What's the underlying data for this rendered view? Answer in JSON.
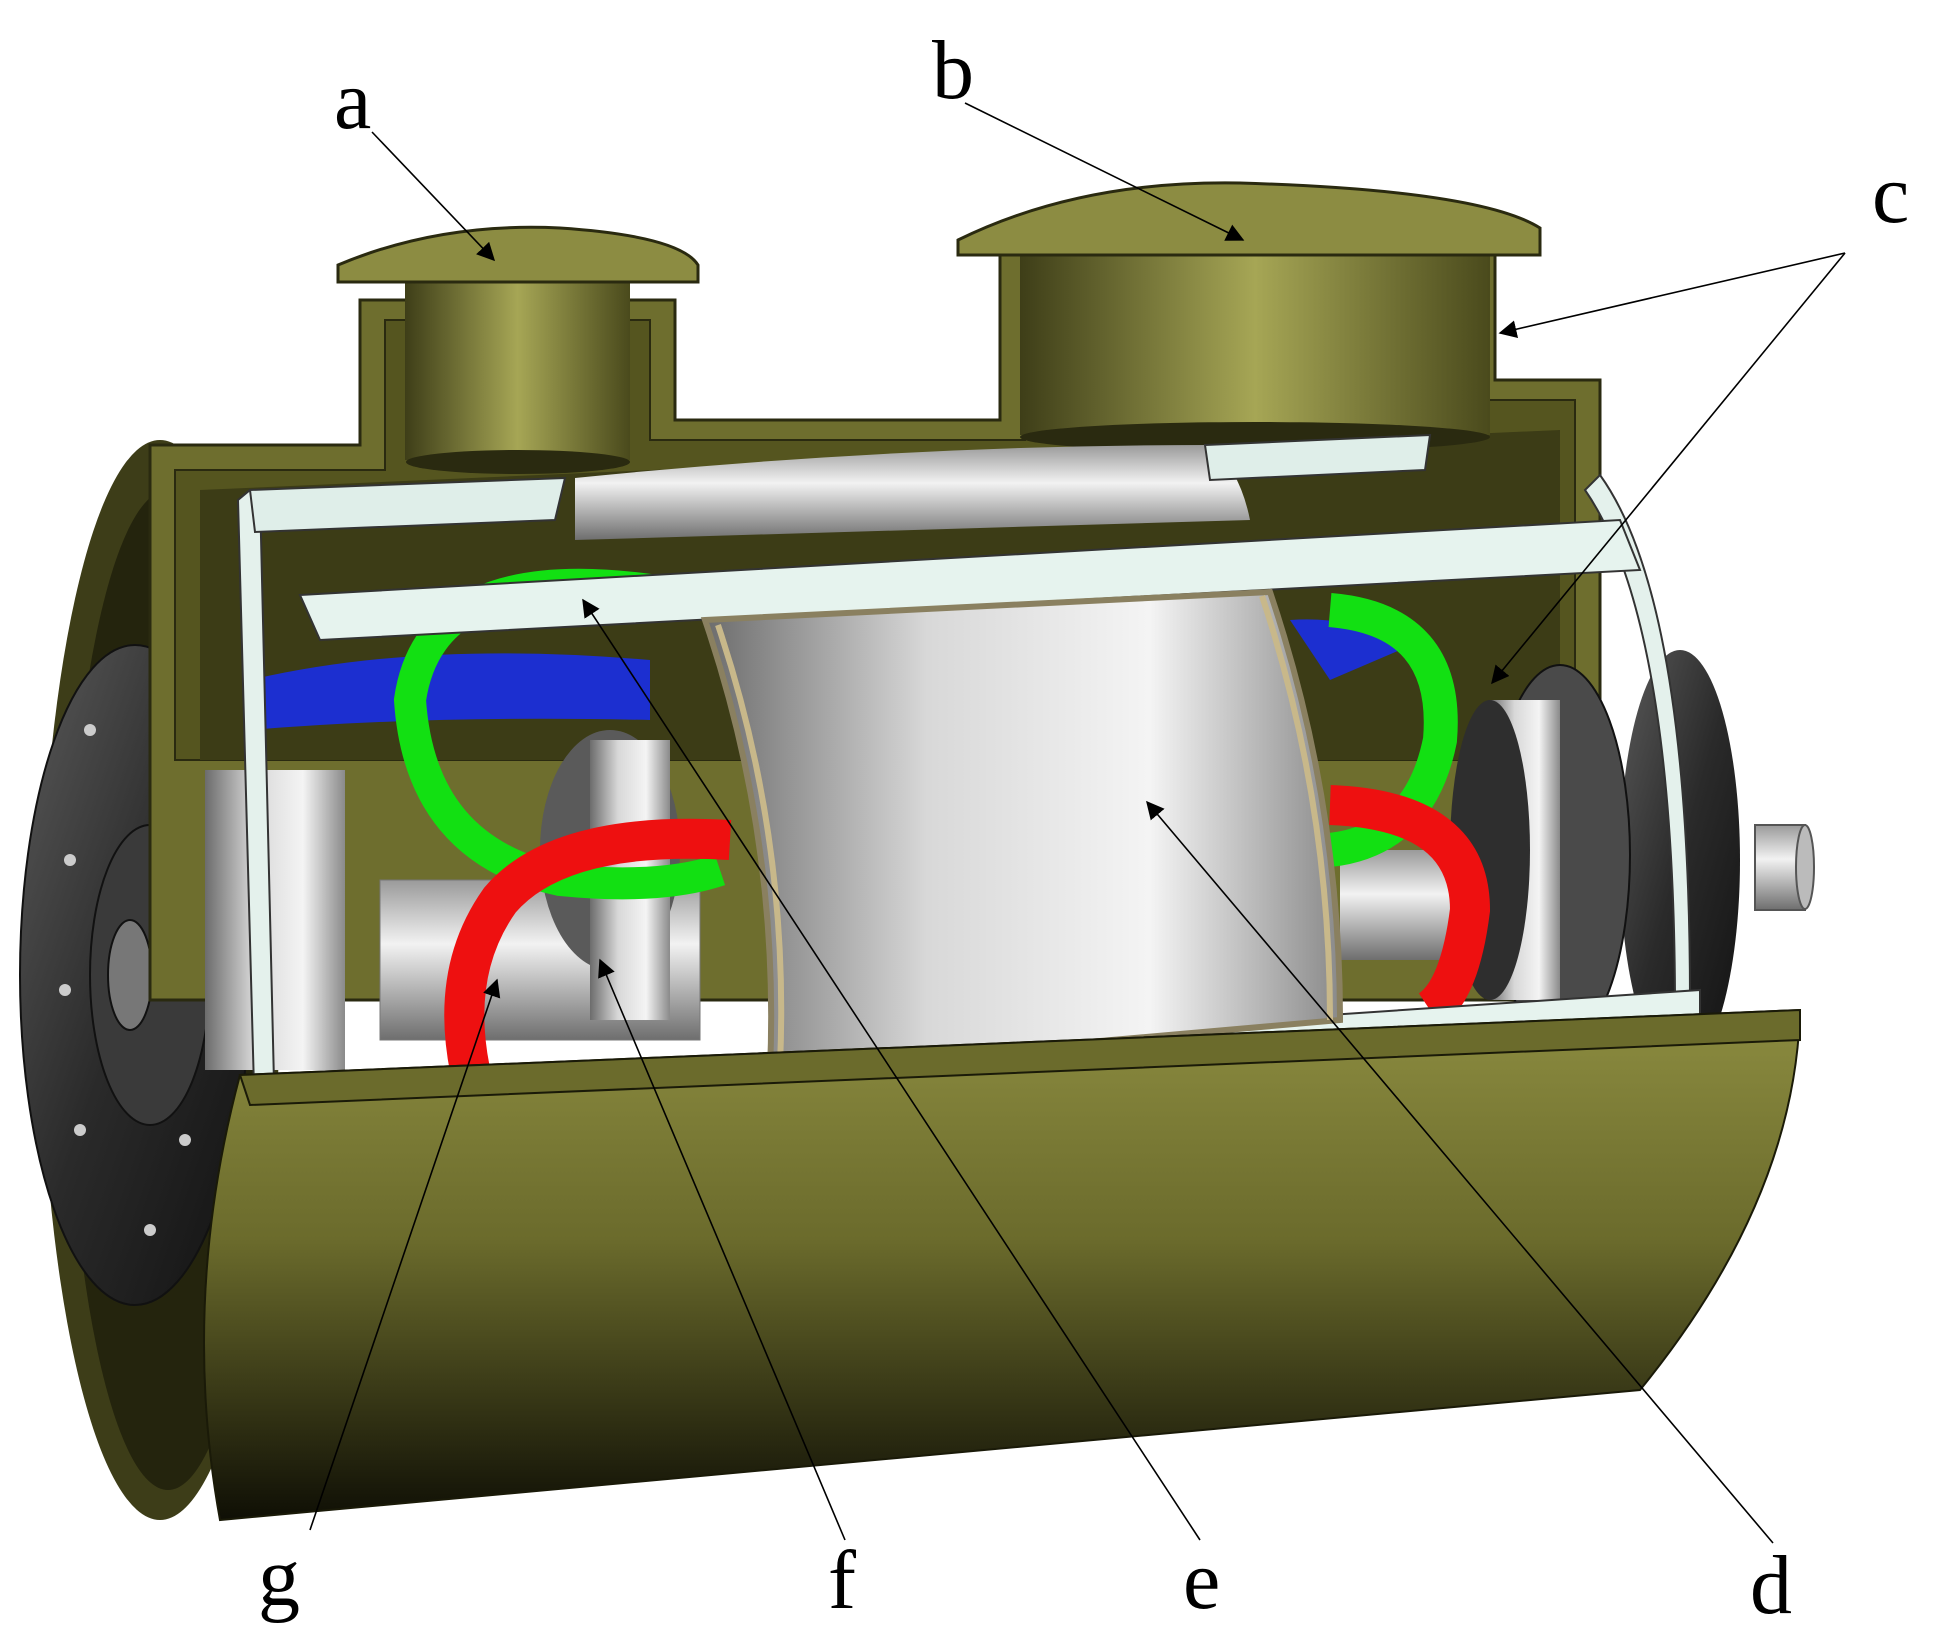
{
  "figure": {
    "labels": {
      "a": "a",
      "b": "b",
      "c": "c",
      "d": "d",
      "e": "e",
      "f": "f",
      "g": "g"
    }
  },
  "colors": {
    "housing": "#6b6b2c",
    "housing_light": "#9a9a4c",
    "housing_dark": "#1b1b08",
    "metal": "#b9b9b9",
    "frame": "#dfeee9",
    "coil_red": "#ee1010",
    "coil_green": "#12e012",
    "coil_blue": "#1c2fd0",
    "label": "#000000"
  },
  "icons": [
    "arrowhead-icon"
  ]
}
